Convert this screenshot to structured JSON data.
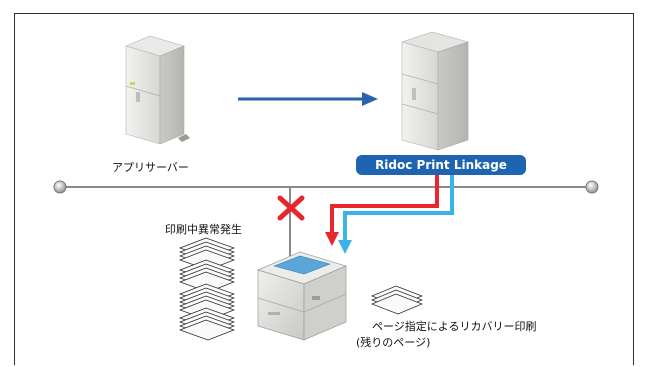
{
  "labels": {
    "app_server": "アプリサーバー",
    "product": "Ridoc Print Linkage",
    "error_note": "印刷中異常発生",
    "recovery_line1": "ページ指定によるリカバリー印刷",
    "recovery_line2": "(残りのページ)"
  },
  "colors": {
    "frame": "#333333",
    "network_line": "#8a8a8a",
    "flow_arrow": "#2a63ad",
    "error_arrow": "#e8262c",
    "recovery_arrow": "#3bb3e6",
    "product_badge": "#1f64b0",
    "server_body": "#e6e7e4"
  },
  "icons": [
    "app-server-icon",
    "print-server-icon",
    "printer-icon",
    "error-x-icon",
    "paper-stack-icon"
  ]
}
